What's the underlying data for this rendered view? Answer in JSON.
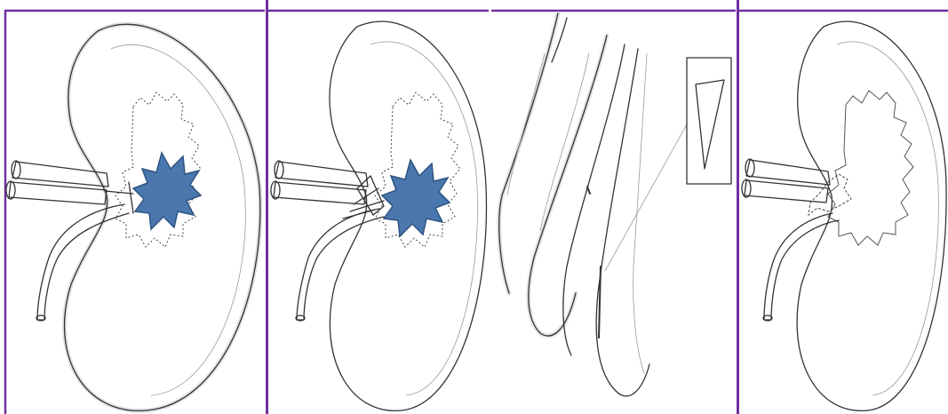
{
  "figure": {
    "panels": [
      {
        "id": "panel-1",
        "depicts": "kidney-with-tumor-at-hilum"
      },
      {
        "id": "panel-2",
        "depicts": "kidney-with-clamp-at-hilum-and-tumor"
      },
      {
        "id": "panel-3",
        "depicts": "magnified-kidney-edge-with-incision-inset"
      },
      {
        "id": "panel-4",
        "depicts": "kidney-after-excision"
      }
    ],
    "colors": {
      "divider": "#7030a0",
      "tumor": "#4a78ae",
      "line": "#333333",
      "background": "#ffffff"
    }
  }
}
